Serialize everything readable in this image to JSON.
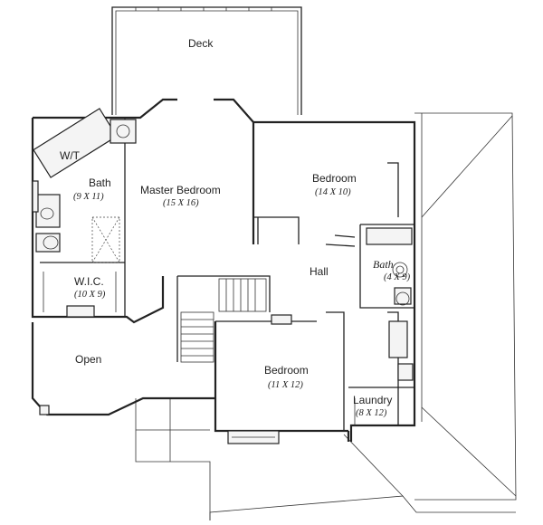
{
  "rooms": {
    "deck": {
      "name": "Deck"
    },
    "master_bedroom": {
      "name": "Master Bedroom",
      "size": "(15 X 16)"
    },
    "wt": {
      "name": "W/T"
    },
    "master_bath": {
      "name": "Bath",
      "size": "(9 X 11)"
    },
    "wic": {
      "name": "W.I.C.",
      "size": "(10 X 9)"
    },
    "bedroom_1": {
      "name": "Bedroom",
      "size": "(14 X 10)"
    },
    "hall": {
      "name": "Hall"
    },
    "bath_2": {
      "name": "Bath",
      "size": "(4 X 9)"
    },
    "open": {
      "name": "Open"
    },
    "bedroom_2": {
      "name": "Bedroom",
      "size": "(11 X 12)"
    },
    "laundry": {
      "name": "Laundry",
      "size": "(8 X 12)"
    }
  }
}
